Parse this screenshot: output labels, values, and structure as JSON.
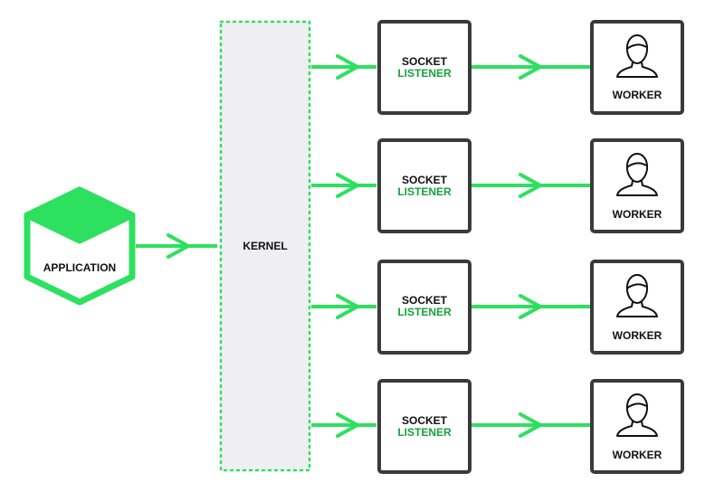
{
  "application": {
    "label": "APPLICATION"
  },
  "kernel": {
    "label": "KERNEL"
  },
  "rows": [
    {
      "listener_line1": "SOCKET",
      "listener_line2": "LISTENER",
      "worker_label": "WORKER"
    },
    {
      "listener_line1": "SOCKET",
      "listener_line2": "LISTENER",
      "worker_label": "WORKER"
    },
    {
      "listener_line1": "SOCKET",
      "listener_line2": "LISTENER",
      "worker_label": "WORKER"
    },
    {
      "listener_line1": "SOCKET",
      "listener_line2": "LISTENER",
      "worker_label": "WORKER"
    }
  ],
  "colors": {
    "accent": "#2ee05f",
    "accent_dark": "#1bc44a",
    "listener_text_green": "#17a23d",
    "text_dark": "#111111",
    "box_border": "#3a3a3a",
    "kernel_fill": "#efeff2",
    "kernel_border": "#2ee05f"
  },
  "icons": {
    "application": "hexagon-cube-icon",
    "worker": "person-icon",
    "arrow": "chevron-arrow-icon"
  }
}
